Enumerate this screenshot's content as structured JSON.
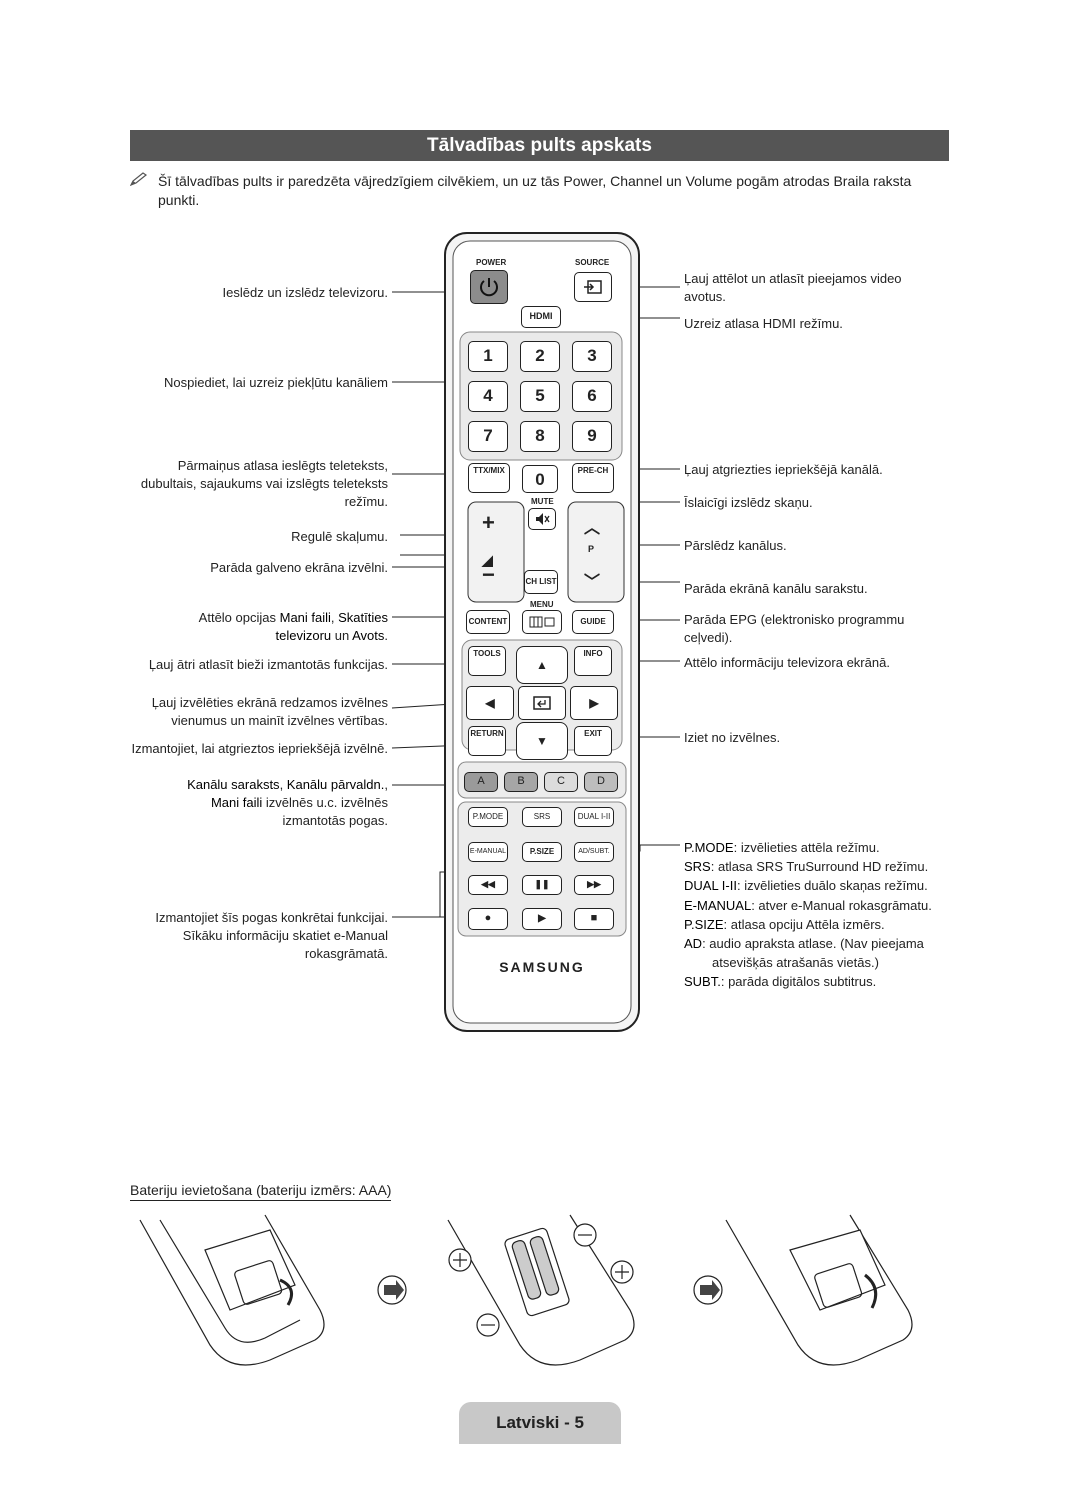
{
  "title": "Tālvadības pults apskats",
  "note": "Šī tālvadības pults ir paredzēta vājredzīgiem cilvēkiem, un uz tās Power, Channel un Volume pogām atrodas Braila raksta punkti.",
  "left_labels": {
    "power": "Ieslēdz un izslēdz televizoru.",
    "numbers": "Nospiediet, lai uzreiz piekļūtu kanāliem",
    "ttx_1": "Pārmaiņus atlasa ieslēgts teleteksts,",
    "ttx_2": "dubultais, sajaukums vai izslēgts teleteksts",
    "ttx_3": "režīmu.",
    "volume": "Regulē skaļumu.",
    "menu": "Parāda galveno ekrāna izvēlni.",
    "content_1a": "Attēlo opcijas ",
    "content_1b": "Mani faili",
    "content_1c": ", ",
    "content_1d": "Skatīties",
    "content_2a": "televizoru",
    "content_2b": " un ",
    "content_2c": "Avots",
    "content_2d": ".",
    "tools": "Ļauj ātri atlasīt bieži izmantotās funkcijas.",
    "nav_1": "Ļauj izvēlēties ekrānā redzamos izvēlnes",
    "nav_2": "vienumus un mainīt izvēlnes vērtības.",
    "return": "Izmantojiet, lai atgrieztos iepriekšējā izvēlnē.",
    "color_1a": "Kanālu saraksts",
    "color_1b": ", ",
    "color_1c": "Kanālu pārvaldn.",
    "color_1d": ",",
    "color_2a": "Mani faili",
    "color_2b": " izvēlnēs u.c. izvēlnēs",
    "color_3": "izmantotās pogas.",
    "special_1": "Izmantojiet šīs pogas konkrētai funkcijai.",
    "special_2": "Sīkāku informāciju skatiet e-Manual",
    "special_3": "rokasgrāmatā."
  },
  "right_labels": {
    "source_1": "Ļauj attēlot un atlasīt pieejamos video",
    "source_2": "avotus.",
    "hdmi": "Uzreiz atlasa HDMI režīmu.",
    "prech": "Ļauj atgriezties iepriekšējā kanālā.",
    "mute": "Īslaicīgi izslēdz skaņu.",
    "channel": "Pārslēdz kanālus.",
    "chlist": "Parāda ekrānā kanālu sarakstu.",
    "guide_1": "Parāda EPG (elektronisko programmu",
    "guide_2": "ceļvedi).",
    "info": "Attēlo informāciju televizora ekrānā.",
    "exit": "Iziet no izvēlnes.",
    "pmode_a": "P.MODE",
    "pmode_b": ": izvēlieties attēla režīmu.",
    "srs_a": "SRS",
    "srs_b": ": atlasa SRS TruSurround HD režīmu.",
    "dual_a": "DUAL I-II",
    "dual_b": ": izvēlieties duālo skaņas režīmu.",
    "emanual_a": "E-MANUAL",
    "emanual_b": ": atver e-Manual rokasgrāmatu.",
    "psize_a": "P.SIZE",
    "psize_b": ": atlasa opciju Attēla izmērs.",
    "ad_a": "AD",
    "ad_b": ": audio apraksta atlase. (Nav pieejama",
    "ad_c": "atsevišķās atrašanās vietās.)",
    "subt_a": "SUBT.",
    "subt_b": ": parāda digitālos subtitrus."
  },
  "remote": {
    "power_label": "POWER",
    "source_label": "SOURCE",
    "hdmi": "HDMI",
    "numbers": [
      "1",
      "2",
      "3",
      "4",
      "5",
      "6",
      "7",
      "8",
      "9"
    ],
    "ttx": "TTX/MIX",
    "zero": "0",
    "prech": "PRE-CH",
    "mute": "MUTE",
    "p": "P",
    "chlist": "CH LIST",
    "menu": "MENU",
    "content": "CONTENT",
    "guide": "GUIDE",
    "tools": "TOOLS",
    "info": "INFO",
    "return": "RETURN",
    "exit": "EXIT",
    "colors": [
      "A",
      "B",
      "C",
      "D"
    ],
    "pmode": "P.MODE",
    "srs": "SRS",
    "dual": "DUAL I-II",
    "emanual": "E-MANUAL",
    "psize": "P.SIZE",
    "adsubt": "AD/SUBT.",
    "brand": "SAMSUNG",
    "color_fills": [
      "#9a9a9a",
      "#a6a6a6",
      "#dcdcdc",
      "#bdbdbd"
    ]
  },
  "battery_title": "Bateriju ievietošana (bateriju izmērs: AAA)",
  "footer": "Latviski - 5"
}
